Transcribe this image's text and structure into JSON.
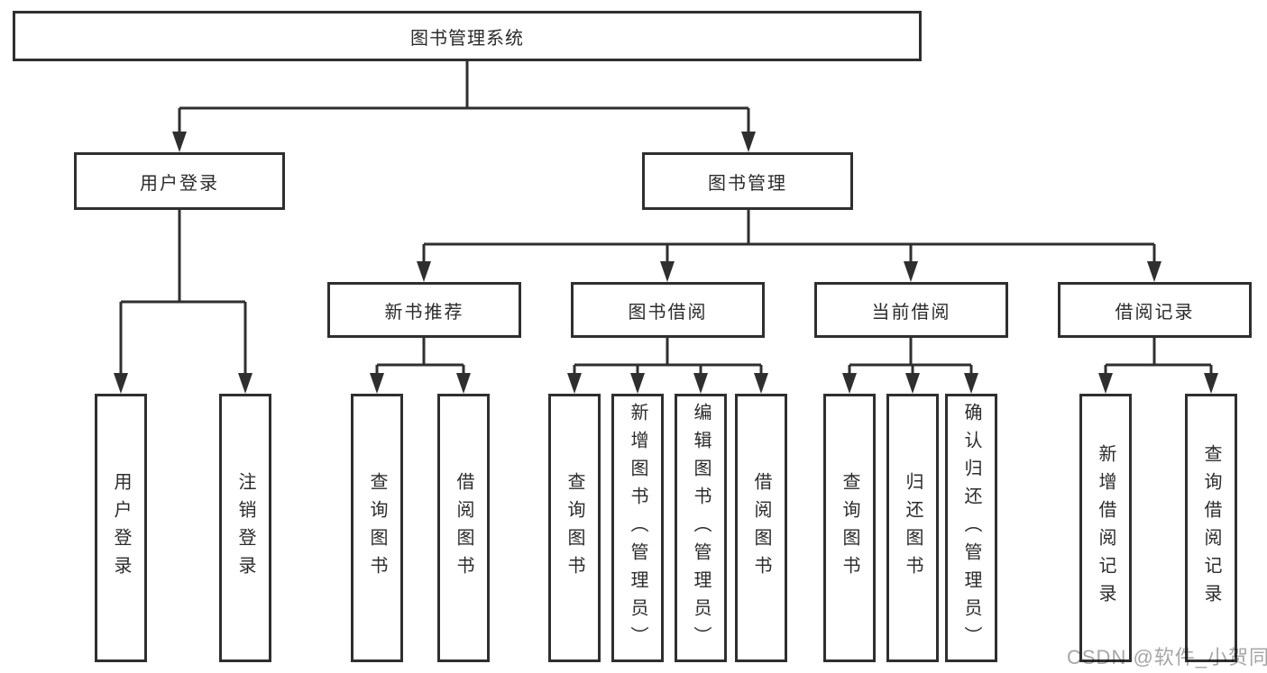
{
  "diagram_type": "hierarchy-tree",
  "colors": {
    "line": "#2f2f2f",
    "box_border": "#2f2f2f",
    "text": "#2b2b2b",
    "background": "#ffffff",
    "watermark": "#a6a6a6"
  },
  "tree": {
    "label": "图书管理系统",
    "children": [
      {
        "label": "用户登录",
        "children": [
          {
            "label": "用户登录"
          },
          {
            "label": "注销登录"
          }
        ]
      },
      {
        "label": "图书管理",
        "children": [
          {
            "label": "新书推荐",
            "children": [
              {
                "label": "查询图书"
              },
              {
                "label": "借阅图书"
              }
            ]
          },
          {
            "label": "图书借阅",
            "children": [
              {
                "label": "查询图书"
              },
              {
                "label": "新增图书（管理员）"
              },
              {
                "label": "编辑图书（管理员）"
              },
              {
                "label": "借阅图书"
              }
            ]
          },
          {
            "label": "当前借阅",
            "children": [
              {
                "label": "查询图书"
              },
              {
                "label": "归还图书"
              },
              {
                "label": "确认归还（管理员）"
              }
            ]
          },
          {
            "label": "借阅记录",
            "children": [
              {
                "label": "新增借阅记录"
              },
              {
                "label": "查询借阅记录"
              }
            ]
          }
        ]
      }
    ]
  },
  "watermark": {
    "text": "CSDN @软件_小贺同学"
  }
}
